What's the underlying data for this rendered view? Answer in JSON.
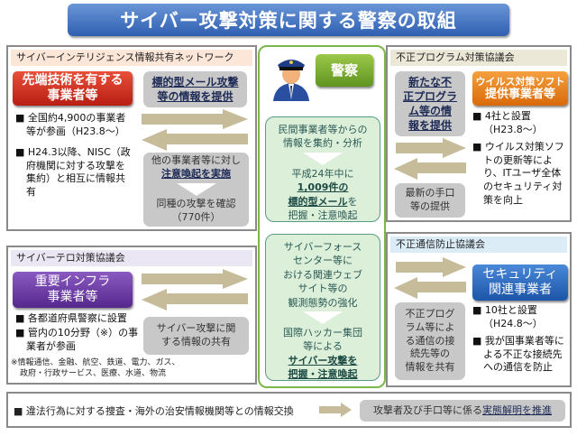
{
  "title": "サイバー攻撃対策に関する警察の取組",
  "cin": {
    "header": "サイバーインテリジェンス情報共有ネットワーク",
    "entity": [
      "先端技術を有する",
      "事業者等"
    ],
    "share": [
      "標的型メール攻撃",
      "等の情報を提供"
    ],
    "bullets": [
      "全国約4,900の事業者等が参画（H23.8～）",
      "H24.3以降、NISC（政府機関に対する攻撃を集約）と相互に情報共有"
    ],
    "alert_pre": "他の事業者等に対し",
    "alert_em": "注意喚起を実施",
    "confirm": "同種の攻撃を確認",
    "count": "（770件）"
  },
  "police": {
    "label": "警察",
    "box1": {
      "l1": "民間事業者等からの",
      "l2": "情報を集約・分析",
      "l3": "平成24年中に",
      "em1": "1,009件の",
      "em2": "標的型メール",
      "l4": "を",
      "l5": "把握・注意喚起"
    },
    "box2": {
      "l1": "サイバーフォース",
      "l2": "センター等に",
      "l3": "おける関連ウェブ",
      "l4": "サイト等の",
      "l5": "観測態勢の強化",
      "l6": "国際ハッカー集団",
      "l7": "等による",
      "em1": "サイバー攻撃を",
      "em2": "把握・注意喚起"
    }
  },
  "mal": {
    "header": "不正プログラム対策協議会",
    "entity": [
      "ウイルス対策ソフト",
      "提供事業者等"
    ],
    "share": [
      "新たな不",
      "正プログラ",
      "ム等の情",
      "報を提供"
    ],
    "receive": [
      "最新の手口",
      "等の提供"
    ],
    "bullets": [
      "4社と設置（H23.8～）",
      "ウイルス対策ソフトの更新等により、ITユーザ全体のセキュリティ対策を向上"
    ]
  },
  "terror": {
    "header": "サイバーテロ対策協議会",
    "entity": [
      "重要インフラ",
      "事業者等"
    ],
    "share": [
      "サイバー攻撃に関",
      "する情報の共有"
    ],
    "bullets": [
      "各都道府県警察に設置",
      "管内の10分野（※）の事業者が参画"
    ],
    "note": [
      "※情報通信、金融、航空、鉄道、電力、ガス、",
      "政府・行政サービス、医療、水道、物流"
    ]
  },
  "comm": {
    "header": "不正通信防止協議会",
    "entity": [
      "セキュリティ",
      "関連事業者"
    ],
    "share": [
      "不正プログ",
      "ラム等によ",
      "る通信の接",
      "続先等の",
      "情報を共有"
    ],
    "bullets": [
      "10社と設置（H24.8～）",
      "我が国事業者等による不正な接続先への通信を防止"
    ]
  },
  "bottom": {
    "bullet": "違法行為に対する捜査・海外の治安情報機関等との情報交換",
    "pill_pre": "攻撃者及び手口等に係る",
    "pill_em": "実態解明を推進"
  }
}
